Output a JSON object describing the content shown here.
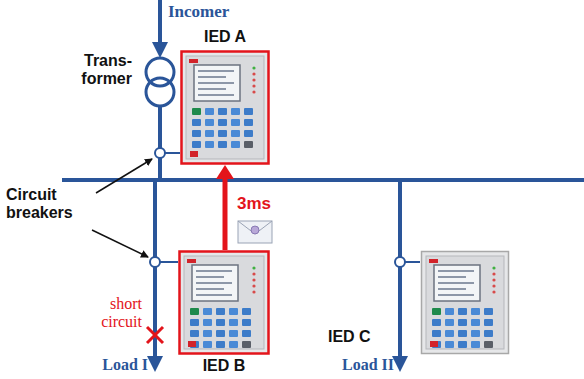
{
  "diagram": {
    "nodes": [
      {
        "text": [
          "IED A"
        ]
      },
      {
        "text": [
          "IED B"
        ]
      },
      {
        "text": [
          "IED C"
        ]
      }
    ],
    "edges": [
      {
        "from": 1,
        "to": 0,
        "arrow": "to",
        "label": "3ms"
      }
    ],
    "labels": [
      "Incomer",
      "Trans- former",
      "Circuit breakers",
      "short circuit",
      "Load I",
      "Load II"
    ]
  }
}
